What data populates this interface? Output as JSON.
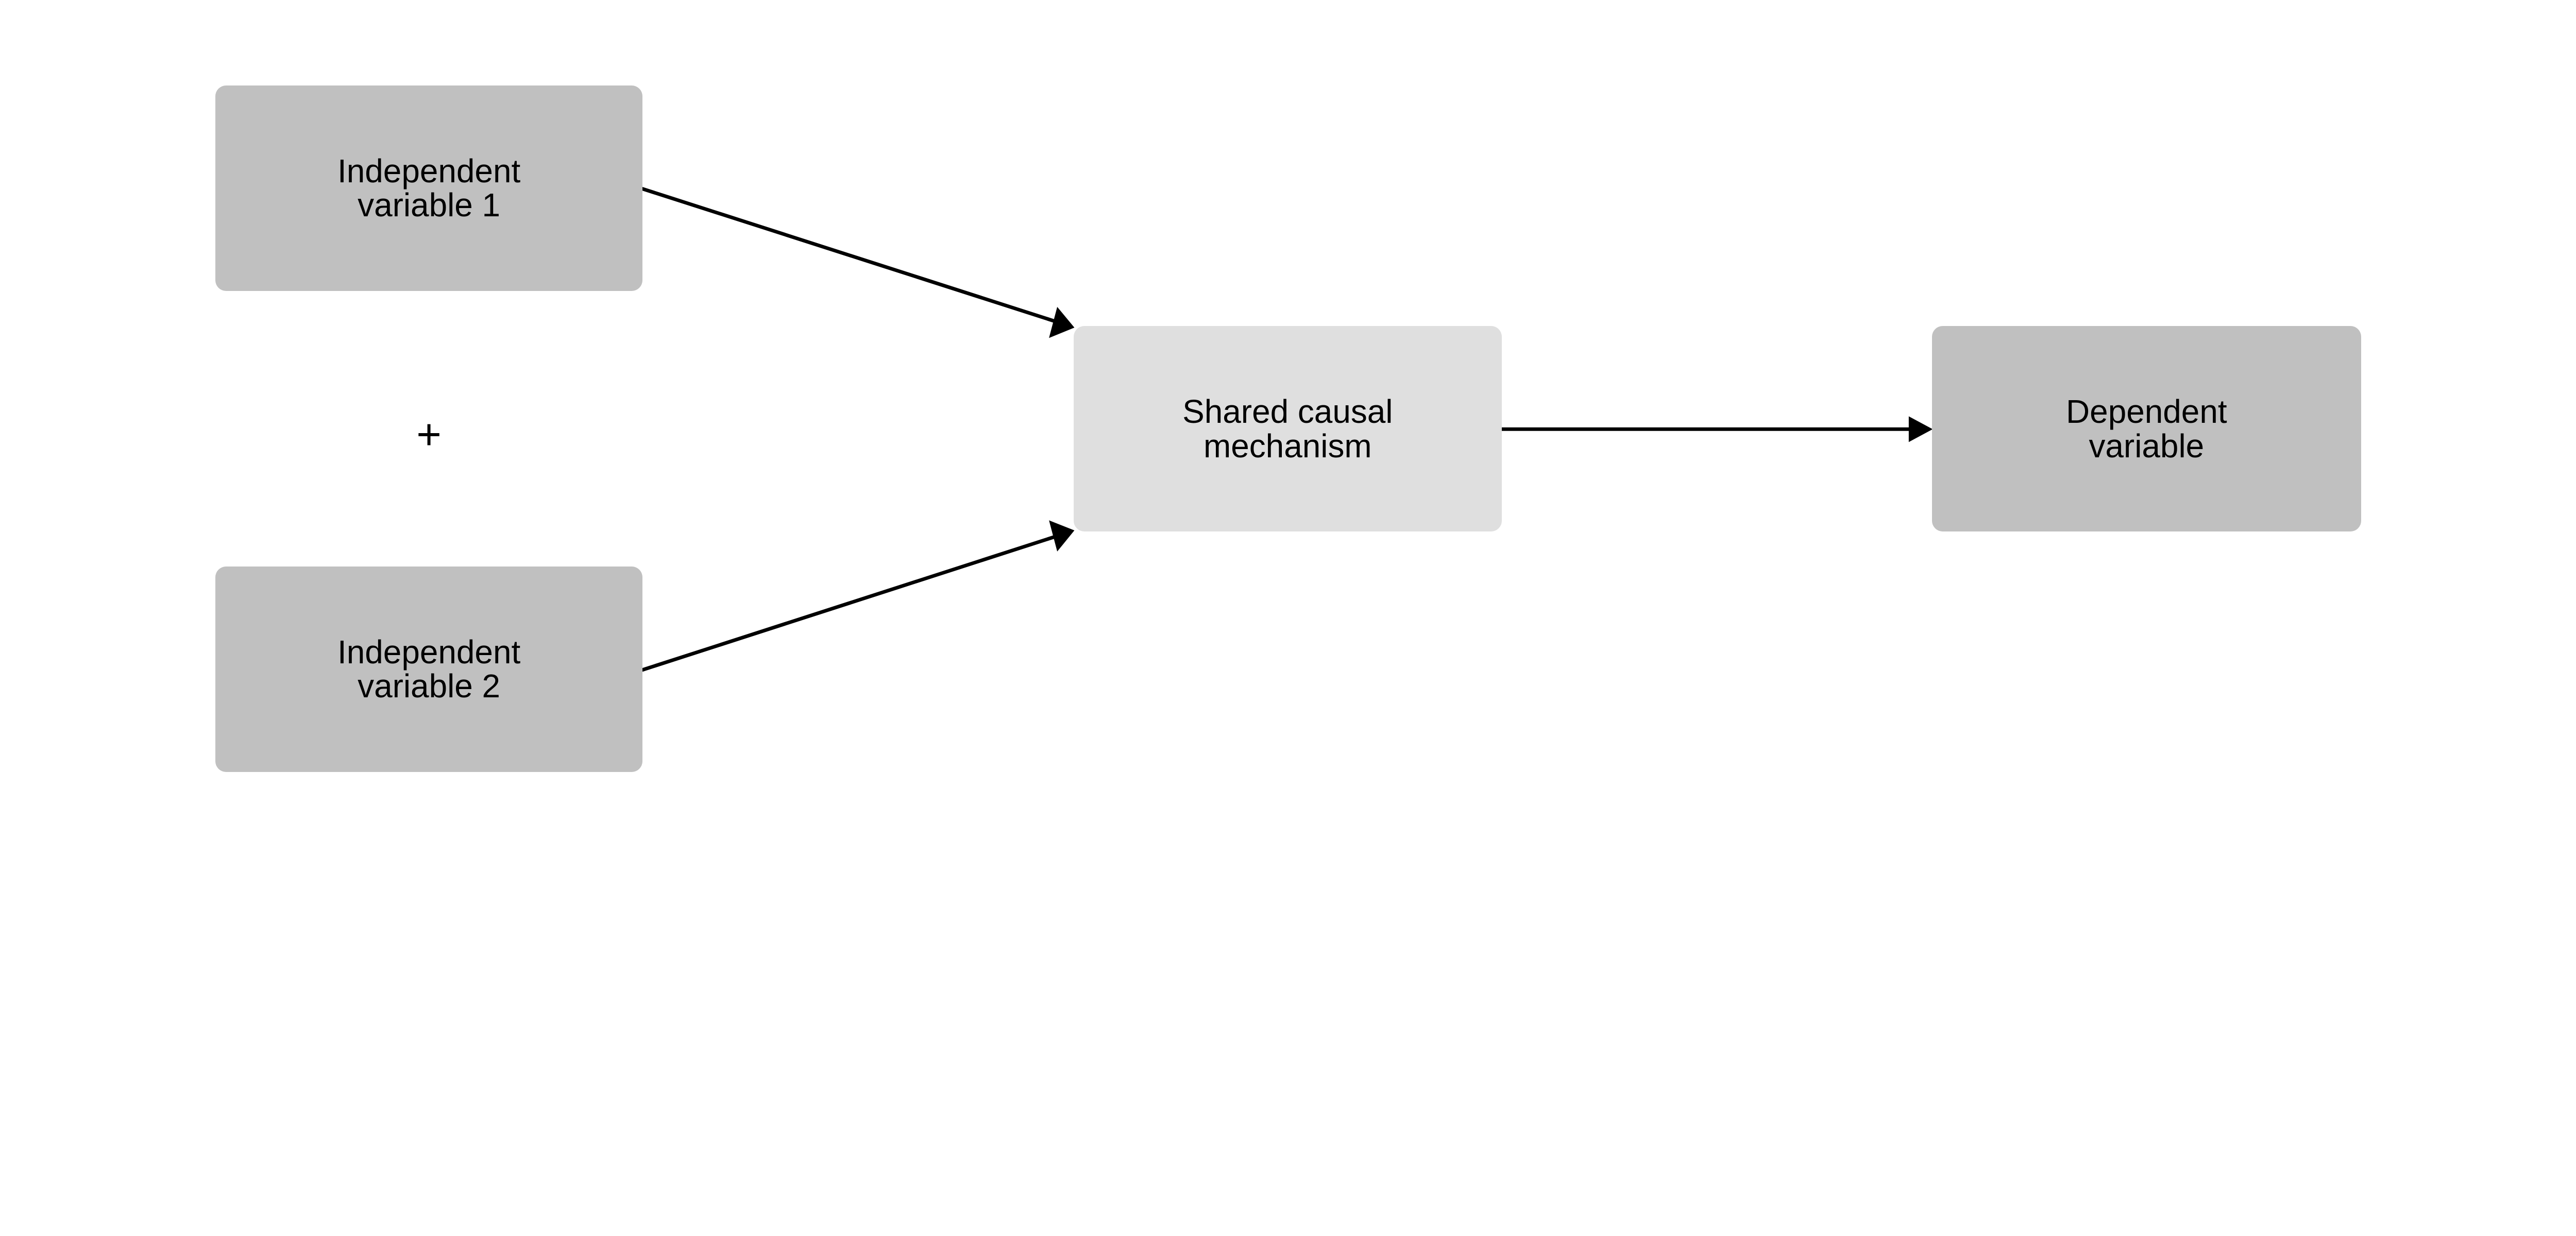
{
  "nodes": {
    "iv1": {
      "label": "Independent\nvariable 1",
      "fill": "#c0c0c0"
    },
    "iv2": {
      "label": "Independent\nvariable 2",
      "fill": "#c0c0c0"
    },
    "mechanism": {
      "label": "Shared causal\nmechanism",
      "fill": "#dfdfdf"
    },
    "dv": {
      "label": "Dependent\nvariable",
      "fill": "#c0c0c0"
    }
  },
  "combine_symbol": "+",
  "edges": [
    {
      "from": "iv1",
      "to": "mechanism"
    },
    {
      "from": "iv2",
      "to": "mechanism"
    },
    {
      "from": "mechanism",
      "to": "dv"
    }
  ],
  "colors": {
    "edge": "#000000",
    "background": "#ffffff"
  }
}
